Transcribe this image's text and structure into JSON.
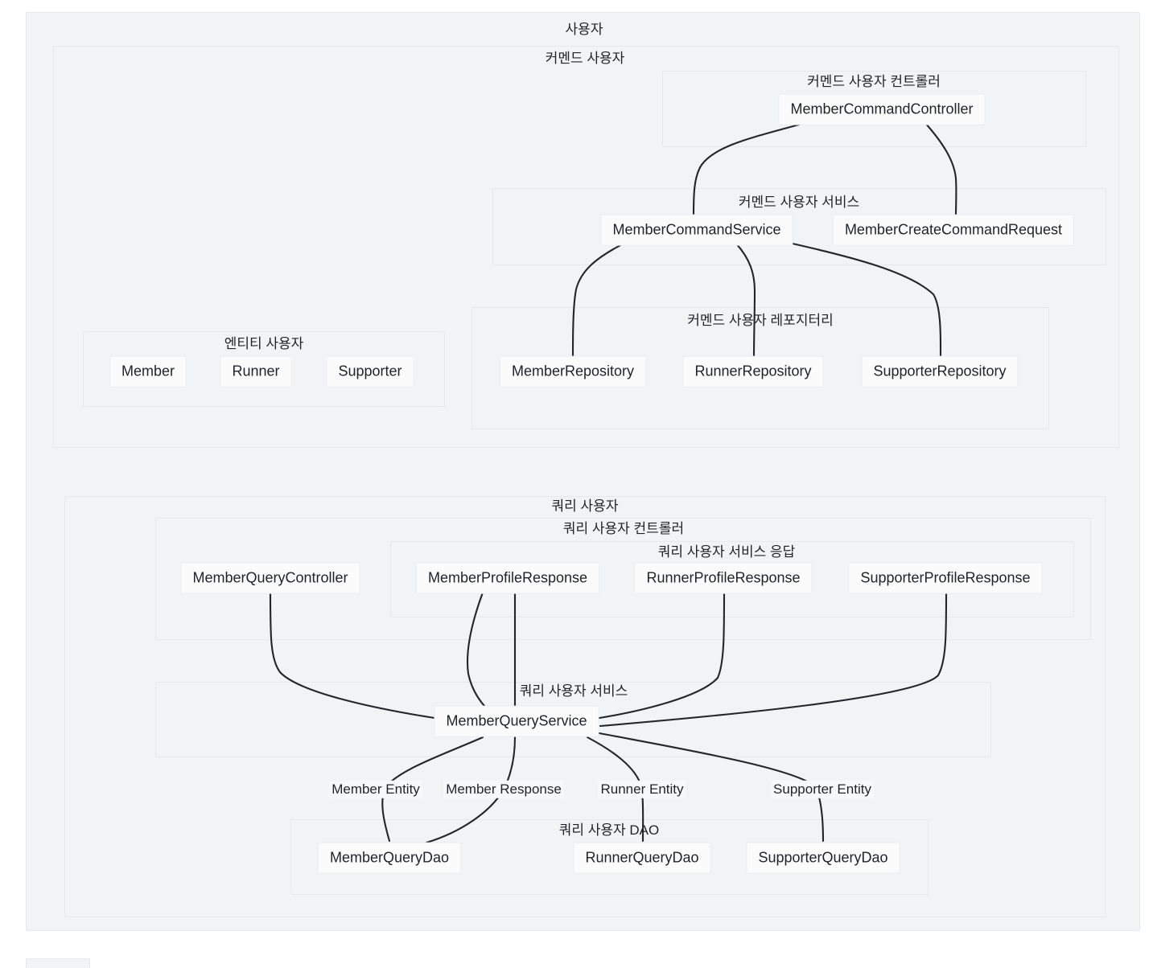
{
  "diagram": {
    "type": "architecture-graph",
    "title": "사용자",
    "colors": {
      "cluster_bg": "#f1f3f5",
      "cluster_border": "#e6e8eb",
      "node_bg": "#fbfbfc",
      "node_border": "#ebedef",
      "edge": "#22262a",
      "text": "#1f2328"
    }
  },
  "clusters": {
    "root": {
      "label": "사용자"
    },
    "command": {
      "label": "커멘드 사용자"
    },
    "command_controller": {
      "label": "커멘드 사용자 컨트롤러"
    },
    "command_service": {
      "label": "커멘드 사용자 서비스"
    },
    "command_repository": {
      "label": "커멘드 사용자 레포지터리"
    },
    "entity": {
      "label": "엔티티 사용자"
    },
    "query": {
      "label": "쿼리 사용자"
    },
    "query_controller": {
      "label": "쿼리 사용자 컨트롤러"
    },
    "query_service_response": {
      "label": "쿼리 사용자 서비스 응답"
    },
    "query_service": {
      "label": "쿼리 사용자 서비스"
    },
    "query_dao": {
      "label": "쿼리 사용자 DAO"
    }
  },
  "nodes": {
    "member_command_controller": "MemberCommandController",
    "member_command_service": "MemberCommandService",
    "member_create_command_request": "MemberCreateCommandRequest",
    "member_repository": "MemberRepository",
    "runner_repository": "RunnerRepository",
    "supporter_repository": "SupporterRepository",
    "member": "Member",
    "runner": "Runner",
    "supporter": "Supporter",
    "member_query_controller": "MemberQueryController",
    "member_profile_response": "MemberProfileResponse",
    "runner_profile_response": "RunnerProfileResponse",
    "supporter_profile_response": "SupporterProfileResponse",
    "member_query_service": "MemberQueryService",
    "member_query_dao": "MemberQueryDao",
    "runner_query_dao": "RunnerQueryDao",
    "supporter_query_dao": "SupporterQueryDao"
  },
  "edge_labels": {
    "member_entity": "Member Entity",
    "member_response": "Member Response",
    "runner_entity": "Runner Entity",
    "supporter_entity": "Supporter Entity"
  }
}
